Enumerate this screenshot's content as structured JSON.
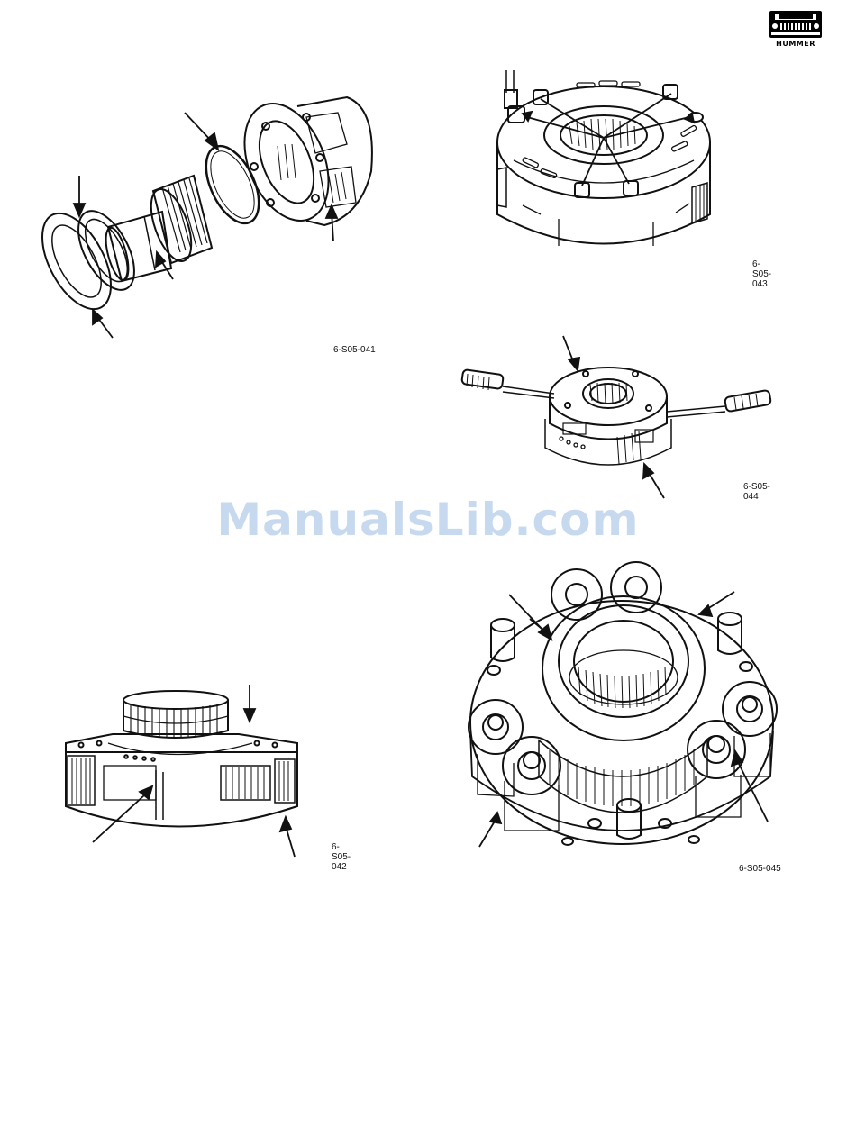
{
  "logo": {
    "text": "HUMMER",
    "icon": "hummer-vehicle-logo"
  },
  "figures": [
    {
      "id": "fig-041",
      "caption": "6-S05-041"
    },
    {
      "id": "fig-042",
      "caption": "6-S05-042"
    },
    {
      "id": "fig-043",
      "caption": "6-S05-043"
    },
    {
      "id": "fig-044",
      "caption": "6-S05-044"
    },
    {
      "id": "fig-045",
      "caption": "6-S05-045"
    }
  ],
  "watermark": "ManualsLib.com"
}
